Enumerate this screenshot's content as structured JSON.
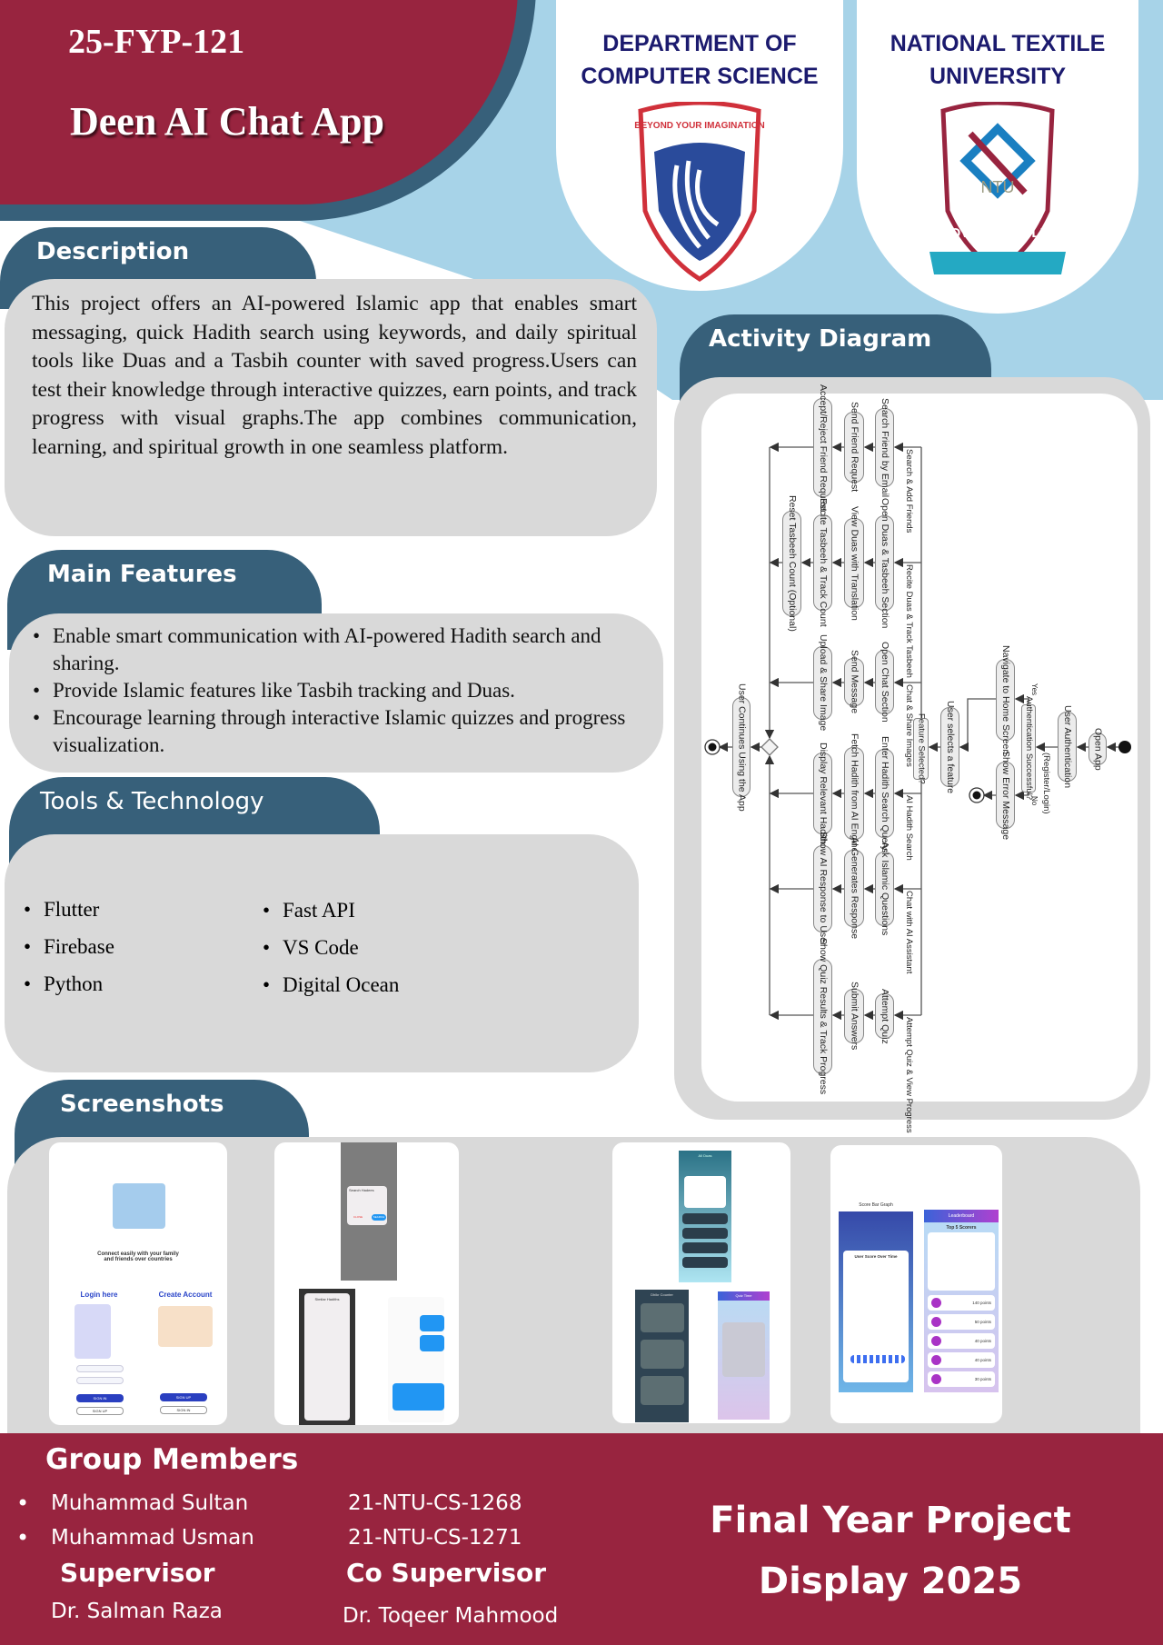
{
  "header": {
    "project_id": "25-FYP-121",
    "title": "Deen AI Chat App"
  },
  "logos": {
    "department": {
      "title": "DEPARTMENT OF COMPUTER SCIENCE",
      "motto": "BEYOND YOUR IMAGINATION"
    },
    "university": {
      "title": "NATIONAL TEXTILE UNIVERSITY",
      "abbr": "NTU",
      "motto": "INNOVATE AND LEAD"
    }
  },
  "description": {
    "heading": "Description",
    "text": "This project offers an AI-powered Islamic app that enables smart messaging, quick Hadith search using keywords, and daily spiritual tools like Duas and a Tasbih counter with saved progress.Users can test their knowledge through interactive quizzes, earn points, and track progress with visual graphs.The app combines communication, learning, and spiritual growth in one seamless platform."
  },
  "features": {
    "heading": "Main Features",
    "items": [
      "Enable smart communication with AI-powered Hadith search and sharing.",
      "Provide Islamic features like Tasbih tracking and Duas.",
      "Encourage learning through interactive Islamic quizzes and progress visualization."
    ]
  },
  "tools": {
    "heading": "Tools & Technology",
    "col1": [
      "Flutter",
      "Firebase",
      "Python"
    ],
    "col2": [
      "Fast API",
      "VS Code",
      "Digital Ocean"
    ]
  },
  "activity": {
    "heading": "Activity Diagram",
    "nodes": {
      "open_app": "Open App",
      "user_auth": "User Authentication",
      "register_login": "(Register/Login)",
      "auth_q": "Authentication Successful?",
      "yes": "Yes",
      "no": "No",
      "home": "Navigate to Home Screen",
      "error": "Show Error Message",
      "select": "User selects a feature",
      "feature_q": "Feature Selected?",
      "continue": "User Continues Using the App"
    },
    "branches": [
      {
        "label": "Search & Add Friends",
        "steps": [
          "Search Friend by Email",
          "Send Friend Request",
          "Accept/Reject Friend Request"
        ]
      },
      {
        "label": "Recite Duas & Track Tasbeeh",
        "steps": [
          "Open Duas & Tasbeeh Section",
          "View Duas with Translation",
          "Recite Tasbeeh & Track Count",
          "Reset Tasbeeh Count (Optional)"
        ]
      },
      {
        "label": "Chat & Share Images",
        "steps": [
          "Open Chat Section",
          "Send Message",
          "Upload & Share Image"
        ]
      },
      {
        "label": "AI Hadith Search",
        "steps": [
          "Enter Hadith Search Query",
          "Fetch Hadith from AI Engine",
          "Display Relevant Hadith"
        ]
      },
      {
        "label": "Chat with AI Assistant",
        "steps": [
          "Ask Islamic Questions",
          "AI Generates Response",
          "Show AI Response to User"
        ]
      },
      {
        "label": "Attempt Quiz & View Progress",
        "steps": [
          "Attempt Quiz",
          "Submit Answers",
          "Show Quiz Results & Track Progress"
        ]
      }
    ]
  },
  "screenshots": {
    "heading": "Screenshots",
    "s1": {
      "tagline": "Connect easily with your family and friends over countries",
      "login": "Login here",
      "create": "Create Account",
      "signin": "SIGN IN",
      "signup": "SIGN UP"
    },
    "s2": {
      "search_title": "Search Hadees",
      "similar": "Similar Hadiths",
      "close": "CLOSE",
      "search": "SEARCH"
    },
    "s3": {
      "duas": "All Duas",
      "counter": "Dhikr Counter",
      "quiz": "Quiz Time"
    },
    "s4": {
      "graph_title": "Score Bar Graph",
      "chart_title": "User Score Over Time",
      "leaderboard": "Leaderboard",
      "top": "Top 5 Scorers",
      "points": [
        "140 points",
        "50 points",
        "40 points",
        "40 points",
        "30 points"
      ]
    }
  },
  "footer": {
    "group_heading": "Group Members",
    "members": [
      {
        "name": "Muhammad Sultan",
        "id": "21-NTU-CS-1268"
      },
      {
        "name": "Muhammad Usman",
        "id": "21-NTU-CS-1271"
      }
    ],
    "supervisor_label": "Supervisor",
    "supervisor": "Dr. Salman Raza",
    "co_supervisor_label": "Co Supervisor",
    "co_supervisor": "Dr. Toqeer Mahmood",
    "event_line1": "Final Year Project",
    "event_line2": "Display 2025"
  },
  "colors": {
    "maroon": "#98243f",
    "teal": "#37607a",
    "sky": "#a7d3e8",
    "panel": "#d9d9d9",
    "navy": "#1b1a6e"
  }
}
